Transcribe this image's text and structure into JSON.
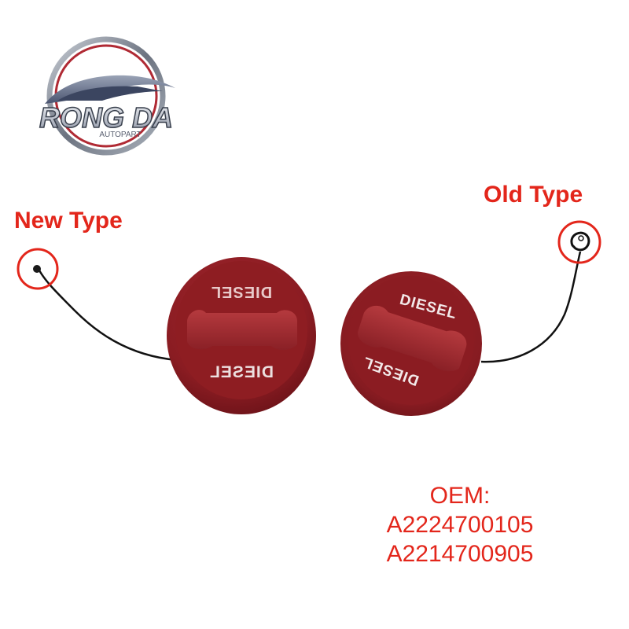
{
  "logo": {
    "brand_text": "RONG DA",
    "sub_text": "AUTOPART"
  },
  "labels": {
    "new_type": "New Type",
    "old_type": "Old Type"
  },
  "caps": {
    "new_cap_text_top": "DIESEL",
    "new_cap_text_bottom": "DIESEL",
    "old_cap_text_top": "DIESEL",
    "old_cap_text_bottom": "DIESEL"
  },
  "oem": {
    "heading": "OEM:",
    "numbers": [
      "A2224700105",
      "A2214700905"
    ]
  },
  "colors": {
    "accent_red": "#e3261b",
    "cap_red": "#8e1d22",
    "cap_dark": "#6e141a"
  }
}
